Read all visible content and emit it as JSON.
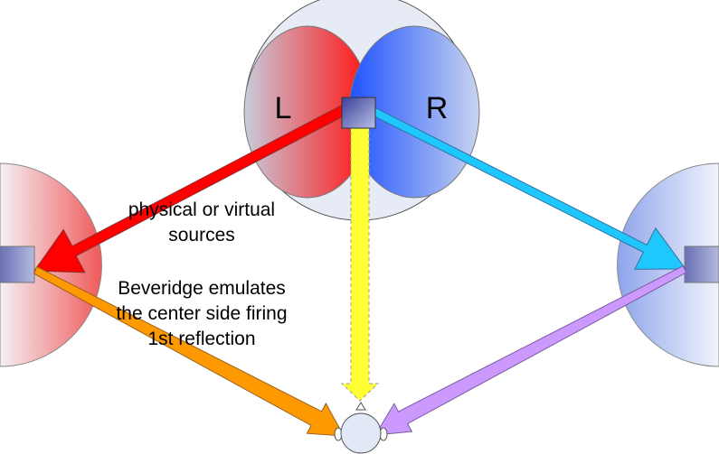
{
  "labels": {
    "left_channel": "L",
    "right_channel": "R",
    "sources_line1": "physical or virtual",
    "sources_line2": "sources",
    "beveridge_line1": "Beveridge emulates",
    "beveridge_line2": "the center side firing",
    "beveridge_line3": "1st reflection"
  },
  "colors": {
    "red_lobe": "#ff2020",
    "blue_lobe": "#2d60ff",
    "red_arrow": "#ff0000",
    "cyan_arrow": "#1ec8ff",
    "yellow_arrow": "#ffff33",
    "orange_arrow": "#ff9900",
    "violet_arrow": "#cc99ff",
    "speaker_box": "#5a5fa8",
    "outer_circle": "#e6ebf5"
  }
}
